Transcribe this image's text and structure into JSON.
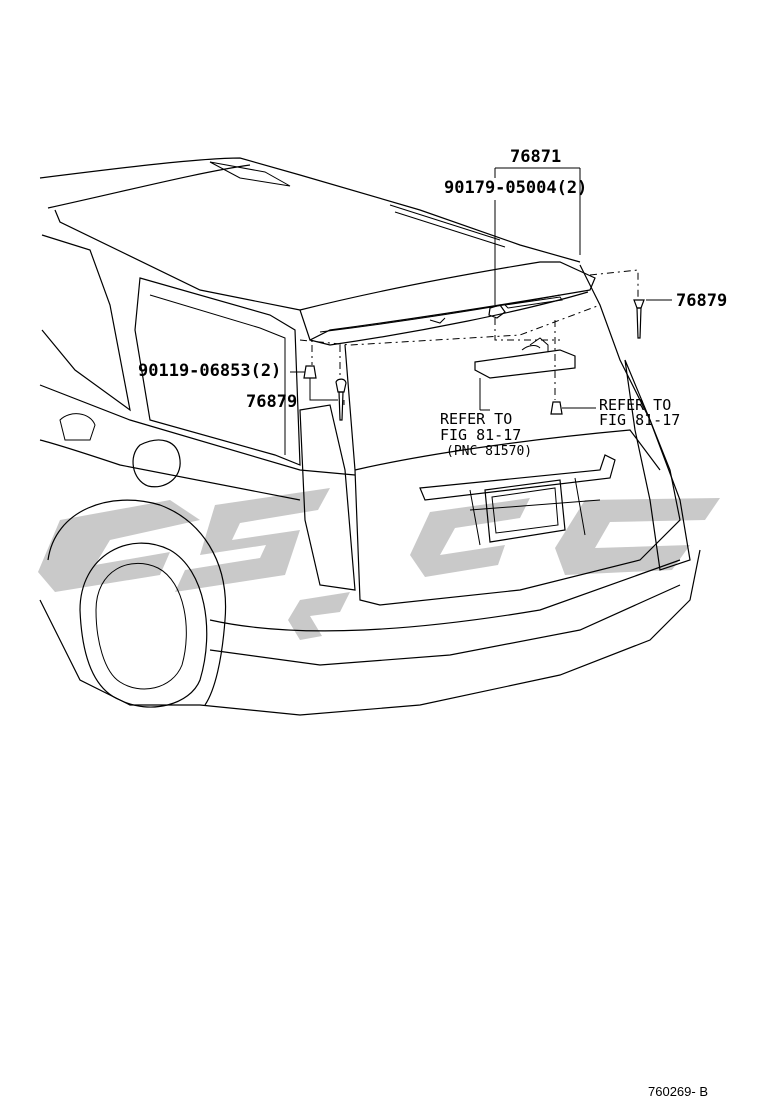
{
  "callouts": {
    "spoiler": "76871",
    "spoiler_screw": "90179-05004(2)",
    "clip_right": "76879",
    "bolt_left": "90119-06853(2)",
    "clip_left": "76879",
    "refer_left_line1": "REFER TO",
    "refer_left_line2": "FIG 81-17",
    "refer_left_line3": "(PNC 81570)",
    "refer_right_line1": "REFER TO",
    "refer_right_line2": "FIG 81-17"
  },
  "watermark": {
    "color": "#c0c0c0"
  },
  "figure_id": "760269- B"
}
